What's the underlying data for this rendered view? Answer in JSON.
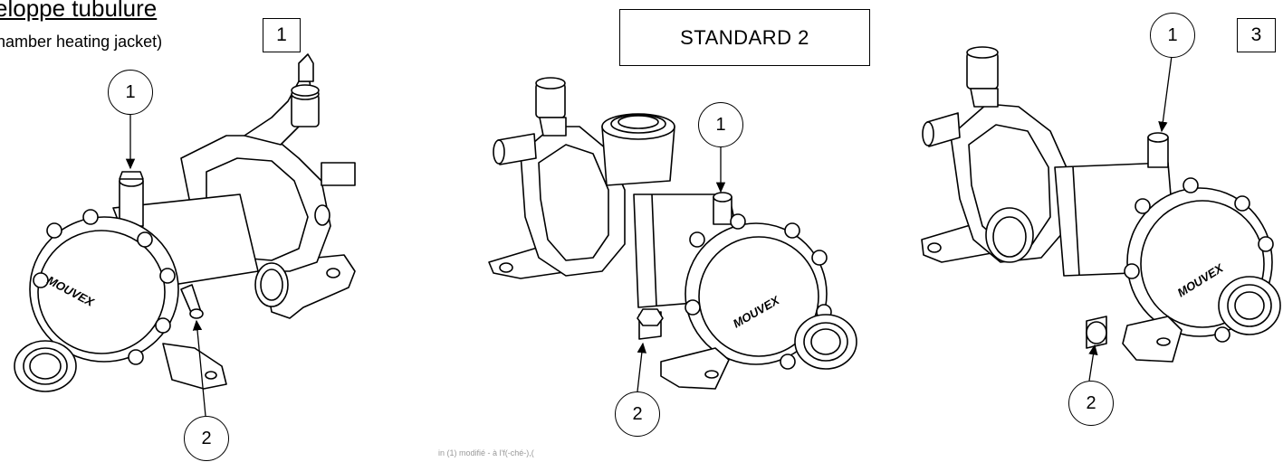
{
  "title": "eloppe tubulure",
  "subtitle": "hamber heating jacket)",
  "variants": [
    {
      "label": "1"
    },
    {
      "label": "STANDARD 2"
    },
    {
      "label": "3"
    }
  ],
  "callouts": {
    "v1_top": "1",
    "v1_bottom": "2",
    "v2_top": "1",
    "v2_bottom": "2",
    "v3_top": "1",
    "v3_bottom": "2"
  },
  "brand_logo": "MOUVEX",
  "footnote": "in (1) modifié - à l'f(-ché-),(",
  "colors": {
    "line": "#000000",
    "background": "#ffffff"
  }
}
